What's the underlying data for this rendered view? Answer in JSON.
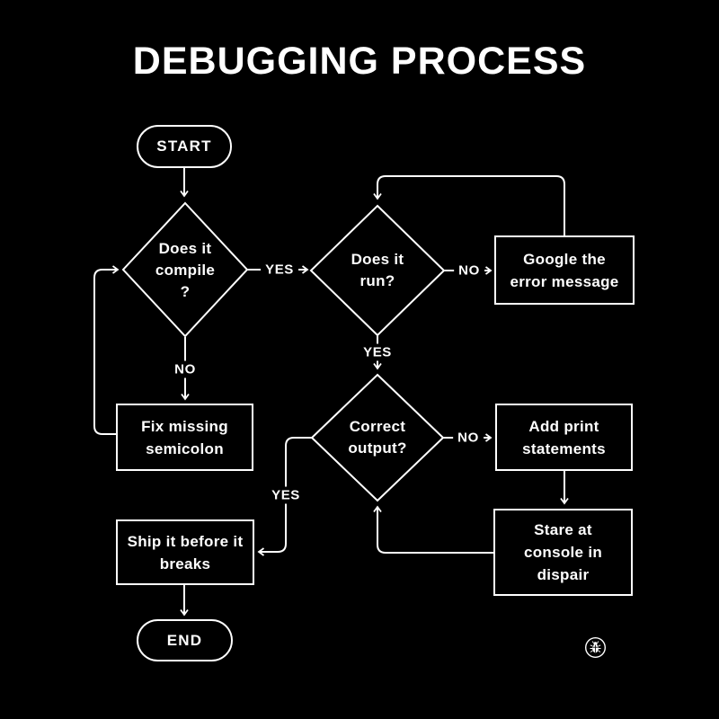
{
  "title": "DEBUGGING PROCESS",
  "colors": {
    "background": "#000000",
    "stroke": "#ffffff",
    "text": "#ffffff"
  },
  "nodes": {
    "start": {
      "label": "START"
    },
    "compile": {
      "lines": [
        "Does it",
        "compile",
        "?"
      ]
    },
    "run": {
      "lines": [
        "Does it",
        "run?"
      ]
    },
    "google": {
      "lines": [
        "Google the",
        "error message"
      ]
    },
    "fix": {
      "lines": [
        "Fix missing",
        "semicolon"
      ]
    },
    "correct": {
      "lines": [
        "Correct",
        "output?"
      ]
    },
    "add_print": {
      "lines": [
        "Add print",
        "statements"
      ]
    },
    "stare": {
      "lines": [
        "Stare at",
        "console in",
        "dispair"
      ]
    },
    "ship": {
      "lines": [
        "Ship it before it",
        "breaks"
      ]
    },
    "end": {
      "label": "END"
    }
  },
  "edge_labels": {
    "compile_yes": "YES",
    "compile_no": "NO",
    "run_no": "NO",
    "run_yes": "YES",
    "correct_no": "NO",
    "correct_yes": "YES"
  },
  "icons": {
    "watermark": "bug-icon"
  }
}
